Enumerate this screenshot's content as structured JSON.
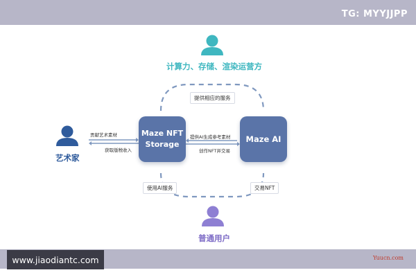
{
  "watermark": {
    "tg": "TG: MYYJJPP",
    "site": "www.jiaodiantc.com",
    "corner": "Yuucn.com"
  },
  "colors": {
    "node": "#5a74a8",
    "cloud_role": "#3fb7c0",
    "artist": "#2f5b9c",
    "user": "#7d6bc6",
    "dash": "#7f98bf"
  },
  "roles": {
    "provider": "计算力、存储、渲染运营方",
    "artist": "艺术家",
    "user": "普通用户"
  },
  "nodes": {
    "storage_line1": "Maze NFT",
    "storage_line2": "Storage",
    "ai": "Maze AI"
  },
  "labels": {
    "provide_service": "提供相应的服务",
    "use_ai": "使用AI服务",
    "trade_nft": "交易NFT",
    "contribute": "贡献艺术素材",
    "earn": "获取版税收入",
    "ai_ref": "提供AI生成参考素材",
    "create_nft": "创作NFT并交易"
  },
  "icons": {
    "person": "person-icon"
  }
}
